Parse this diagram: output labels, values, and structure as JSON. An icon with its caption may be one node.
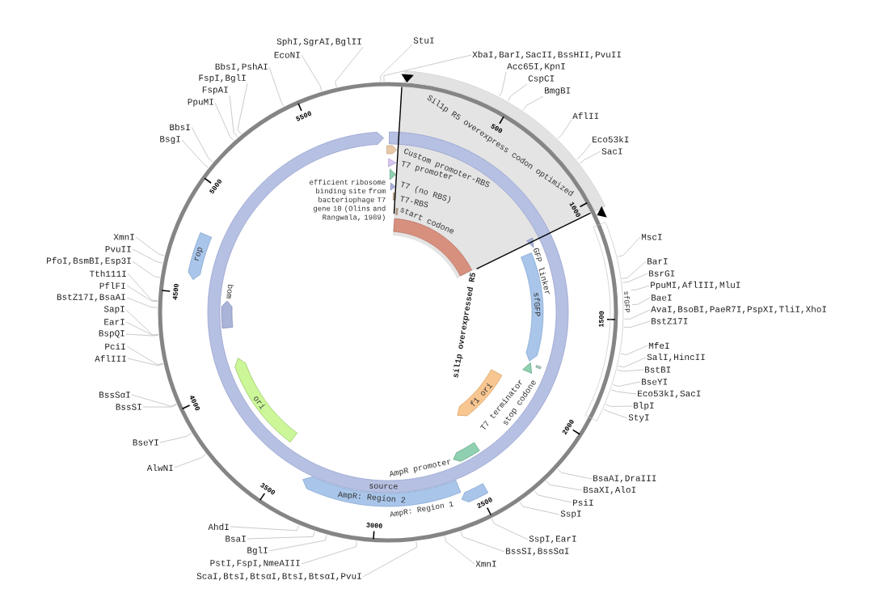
{
  "diagram": {
    "nodes": [
      {
        "text": [
          "Sil1p R5 overexpress codon optimized"
        ]
      },
      {
        "text": [
          "sfGFP"
        ]
      },
      {
        "text": [
          "source"
        ]
      },
      {
        "text": [],
        "shape": "arrow"
      },
      {
        "text": [],
        "shape": "triangle"
      },
      {
        "text": [],
        "shape": "triangle"
      },
      {
        "text": [],
        "shape": "triangle"
      },
      {
        "text": [],
        "shape": "bar"
      },
      {
        "text": [],
        "shape": "bar",
        "beside": [
          "start codone"
        ]
      },
      {
        "text": [],
        "shape": "arc",
        "beside": [
          "sil1p overexpressed R5"
        ]
      },
      {
        "text": [],
        "shape": "triangle",
        "beside": [
          "GFP linker"
        ]
      },
      {
        "text": [
          "sfGFP"
        ]
      },
      {
        "text": [],
        "shape": "bar"
      },
      {
        "text": [],
        "shape": "triangle"
      },
      {
        "text": [
          "f1 ori"
        ]
      },
      {
        "text": [],
        "shape": "arrow",
        "beside": [
          "AmpR promoter"
        ]
      },
      {
        "text": [],
        "shape": "arrow"
      },
      {
        "text": [
          "AmpR: Region 2"
        ]
      },
      {
        "text": [
          "ori"
        ]
      },
      {
        "text": [],
        "shape": "arrow",
        "beside": [
          "bom"
        ]
      },
      {
        "text": [
          "rop"
        ]
      },
      {
        "text": [
          "StuI"
        ]
      },
      {
        "text": [
          "XbaI,BarI,SacII,BssHII,PvuII"
        ]
      },
      {
        "text": [
          "Acc65I,KpnI"
        ]
      },
      {
        "text": [
          "CspCI"
        ]
      },
      {
        "text": [
          "BmgBI"
        ]
      },
      {
        "text": [
          "AflII"
        ]
      },
      {
        "text": [
          "Eco53kI"
        ]
      },
      {
        "text": [
          "SacI"
        ]
      },
      {
        "text": [
          "MscI"
        ]
      },
      {
        "text": [
          "BarI"
        ]
      },
      {
        "text": [
          "BsrGI"
        ]
      },
      {
        "text": [
          "PpuMI,AflIII,MluI"
        ]
      },
      {
        "text": [
          "BaeI"
        ]
      },
      {
        "text": [
          "AvaI,BsoBI,PaeR7I,PspXI,TliI,XhoI"
        ]
      },
      {
        "text": [
          "BstZ17I"
        ]
      },
      {
        "text": [
          "MfeI"
        ]
      },
      {
        "text": [
          "SalI,HincII"
        ]
      },
      {
        "text": [
          "BstBI"
        ]
      },
      {
        "text": [
          "BseYI"
        ]
      },
      {
        "text": [
          "Eco53kI,SacI"
        ]
      },
      {
        "text": [
          "BlpI"
        ]
      },
      {
        "text": [
          "StyI"
        ]
      },
      {
        "text": [
          "BsaAI,DraIII"
        ]
      },
      {
        "text": [
          "BsaXI,AloI"
        ]
      },
      {
        "text": [
          "PsiI"
        ]
      },
      {
        "text": [
          "SspI"
        ]
      },
      {
        "text": [
          "SspI,EarI"
        ]
      },
      {
        "text": [
          "BssSI,BssSαI"
        ]
      },
      {
        "text": [
          "XmnI"
        ]
      },
      {
        "text": [
          "ScaI,BtsI,BtsαI,BtsI,BtsαI,PvuI"
        ]
      },
      {
        "text": [
          "PstI,FspI,NmeAIII"
        ]
      },
      {
        "text": [
          "BglI"
        ]
      },
      {
        "text": [
          "BsaI"
        ]
      },
      {
        "text": [
          "AhdI"
        ]
      },
      {
        "text": [
          "AlwNI"
        ]
      },
      {
        "text": [
          "BseYI"
        ]
      },
      {
        "text": [
          "BssSI"
        ]
      },
      {
        "text": [
          "BssSαI"
        ]
      },
      {
        "text": [
          "AflIII"
        ]
      },
      {
        "text": [
          "PciI"
        ]
      },
      {
        "text": [
          "BspQI"
        ]
      },
      {
        "text": [
          "EarI"
        ]
      },
      {
        "text": [
          "SapI"
        ]
      },
      {
        "text": [
          "BstZ17I,BsaAI"
        ]
      },
      {
        "text": [
          "PflFI"
        ]
      },
      {
        "text": [
          "Tth111I"
        ]
      },
      {
        "text": [
          "PfoI,BsmBI,Esp3I"
        ]
      },
      {
        "text": [
          "PvuII"
        ]
      },
      {
        "text": [
          "XmnI"
        ]
      },
      {
        "text": [
          "BsgI"
        ]
      },
      {
        "text": [
          "BbsI"
        ]
      },
      {
        "text": [
          "PpuMI"
        ]
      },
      {
        "text": [
          "FspAI"
        ]
      },
      {
        "text": [
          "FspI,BglI"
        ]
      },
      {
        "text": [
          "BbsI,PshAI"
        ]
      },
      {
        "text": [
          "EcoNI"
        ]
      },
      {
        "text": [
          "SphI,SgrAI,BglII"
        ]
      }
    ],
    "edges": [
      {
        "from": 21,
        "to": null,
        "arrow": "none"
      },
      {
        "from": 22,
        "to": null,
        "arrow": "none"
      },
      {
        "from": 23,
        "to": 0,
        "arrow": "none"
      },
      {
        "from": 24,
        "to": 0,
        "arrow": "none"
      },
      {
        "from": 25,
        "to": 0,
        "arrow": "none"
      },
      {
        "from": 26,
        "to": 0,
        "arrow": "none"
      },
      {
        "from": 27,
        "to": 0,
        "arrow": "none"
      },
      {
        "from": 28,
        "to": 0,
        "arrow": "none"
      },
      {
        "from": 29,
        "to": 1,
        "arrow": "none"
      },
      {
        "from": 30,
        "to": 1,
        "arrow": "none"
      },
      {
        "from": 31,
        "to": 1,
        "arrow": "none"
      },
      {
        "from": 32,
        "to": 1,
        "arrow": "none"
      },
      {
        "from": 33,
        "to": 1,
        "arrow": "none"
      },
      {
        "from": 34,
        "to": 1,
        "arrow": "none"
      },
      {
        "from": 35,
        "to": 1,
        "arrow": "none"
      },
      {
        "from": 36,
        "to": 1,
        "arrow": "none"
      },
      {
        "from": 37,
        "to": 1,
        "arrow": "none"
      },
      {
        "from": 38,
        "to": 1,
        "arrow": "none"
      },
      {
        "from": 39,
        "to": 1,
        "arrow": "none"
      },
      {
        "from": 40,
        "to": 1,
        "arrow": "none"
      },
      {
        "from": 41,
        "to": 1,
        "arrow": "none"
      },
      {
        "from": 42,
        "to": 1,
        "arrow": "none"
      },
      {
        "from": 43,
        "to": null,
        "arrow": "none"
      },
      {
        "from": 44,
        "to": null,
        "arrow": "none"
      },
      {
        "from": 45,
        "to": null,
        "arrow": "none"
      },
      {
        "from": 46,
        "to": null,
        "arrow": "none"
      },
      {
        "from": 47,
        "to": null,
        "arrow": "none"
      },
      {
        "from": 48,
        "to": null,
        "arrow": "none"
      },
      {
        "from": 49,
        "to": null,
        "arrow": "none"
      },
      {
        "from": 50,
        "to": null,
        "arrow": "none"
      },
      {
        "from": 51,
        "to": null,
        "arrow": "none"
      },
      {
        "from": 52,
        "to": null,
        "arrow": "none"
      },
      {
        "from": 53,
        "to": null,
        "arrow": "none"
      },
      {
        "from": 54,
        "to": null,
        "arrow": "none"
      },
      {
        "from": 55,
        "to": null,
        "arrow": "none"
      },
      {
        "from": 56,
        "to": null,
        "arrow": "none"
      },
      {
        "from": 57,
        "to": null,
        "arrow": "none"
      },
      {
        "from": 58,
        "to": null,
        "arrow": "none"
      },
      {
        "from": 59,
        "to": null,
        "arrow": "none"
      },
      {
        "from": 60,
        "to": null,
        "arrow": "none"
      },
      {
        "from": 61,
        "to": null,
        "arrow": "none"
      },
      {
        "from": 62,
        "to": null,
        "arrow": "none"
      },
      {
        "from": 63,
        "to": null,
        "arrow": "none"
      },
      {
        "from": 64,
        "to": null,
        "arrow": "none"
      },
      {
        "from": 65,
        "to": null,
        "arrow": "none"
      },
      {
        "from": 66,
        "to": null,
        "arrow": "none"
      },
      {
        "from": 67,
        "to": null,
        "arrow": "none"
      },
      {
        "from": 68,
        "to": null,
        "arrow": "none"
      },
      {
        "from": 69,
        "to": null,
        "arrow": "none"
      },
      {
        "from": 70,
        "to": null,
        "arrow": "none"
      },
      {
        "from": 71,
        "to": null,
        "arrow": "none"
      },
      {
        "from": 72,
        "to": null,
        "arrow": "none"
      },
      {
        "from": 73,
        "to": null,
        "arrow": "none"
      },
      {
        "from": 74,
        "to": null,
        "arrow": "none"
      },
      {
        "from": 75,
        "to": null,
        "arrow": "none"
      },
      {
        "from": 76,
        "to": null,
        "arrow": "none"
      },
      {
        "from": 77,
        "to": null,
        "arrow": "none"
      }
    ],
    "labels": [
      "Custom promoter-RBS",
      "T7 promoter",
      "efficient ribosome binding site from bacteriophage T7 gene 10 (Olins and Rangwala, 1989)",
      "T7 (no RBS)",
      "T7-RBS",
      "stop codone",
      "T7 terminator",
      "AmpR: Region 1",
      "500",
      "1000",
      "1500",
      "2000",
      "2500",
      "3000",
      "3500",
      "4000",
      "4500",
      "5000",
      "5500"
    ]
  }
}
